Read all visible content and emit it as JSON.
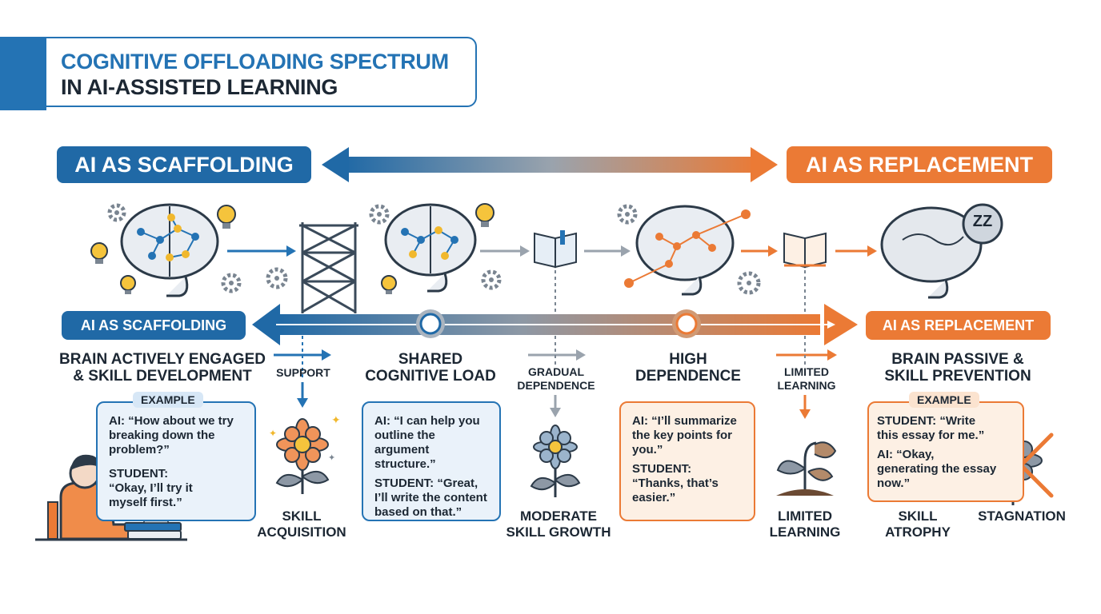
{
  "title": {
    "line1": "COGNITIVE OFFLOADING SPECTRUM",
    "line2": "IN AI-ASSISTED LEARNING"
  },
  "top_axis": {
    "left": "AI AS SCAFFOLDING",
    "right": "AI AS REPLACEMENT"
  },
  "mid_axis": {
    "left": "AI AS SCAFFOLDING",
    "right": "AI AS REPLACEMENT"
  },
  "stages": {
    "s1": {
      "line1": "BRAIN ACTIVELY ENGAGED",
      "line2": "& SKILL DEVELOPMENT"
    },
    "s2": {
      "line1": "SHARED",
      "line2": "COGNITIVE LOAD"
    },
    "s3": {
      "line1": "HIGH",
      "line2": "DEPENDENCE"
    },
    "s4": {
      "line1": "BRAIN PASSIVE &",
      "line2": "SKILL PREVENTION"
    }
  },
  "transitions": {
    "t1": {
      "line1": "SUPPORT"
    },
    "t2": {
      "line1": "GRADUAL",
      "line2": "DEPENDENCE"
    },
    "t3": {
      "line1": "LIMITED",
      "line2": "LEARNING"
    }
  },
  "cards": {
    "c1": {
      "tag": "EXAMPLE",
      "ai": "AI: “How about we try breaking down the problem?”",
      "student": "STUDENT: “Okay, I’ll try it myself first.”"
    },
    "c2": {
      "ai": "AI: “I can help you outline the argument structure.”",
      "student": "STUDENT: “Great, I’ll write the content based on that.”"
    },
    "c3": {
      "ai": "AI: “I’ll summarize the key points for you.”",
      "student": "STUDENT: “Thanks, that’s easier.”"
    },
    "c4": {
      "tag": "EXAMPLE",
      "student": "STUDENT: “Write this essay for me.”",
      "ai": "AI: “Okay, generating the essay now.”"
    }
  },
  "outcomes": {
    "o1": {
      "line1": "SKILL",
      "line2": "ACQUISITION"
    },
    "o2": {
      "line1": "MODERATE",
      "line2": "SKILL GROWTH"
    },
    "o3": {
      "line1": "LIMITED",
      "line2": "LEARNING"
    },
    "o4": {
      "line1": "SKILL",
      "line2": "ATROPHY"
    },
    "o5": {
      "line1": "STAGNATION"
    }
  },
  "brain_zz": "ZZ",
  "colors": {
    "blue": "#2473b4",
    "orange": "#eb7a35",
    "gray": "#9aa3ad",
    "dark": "#1c2733"
  },
  "icons": [
    "brain-icon",
    "gear-icon",
    "lightbulb-icon",
    "scaffold-icon",
    "book-icon",
    "flower-icon",
    "sprout-icon",
    "robot-icon",
    "chat-icon",
    "student-at-desk-icon",
    "wilted-flower-icon"
  ]
}
